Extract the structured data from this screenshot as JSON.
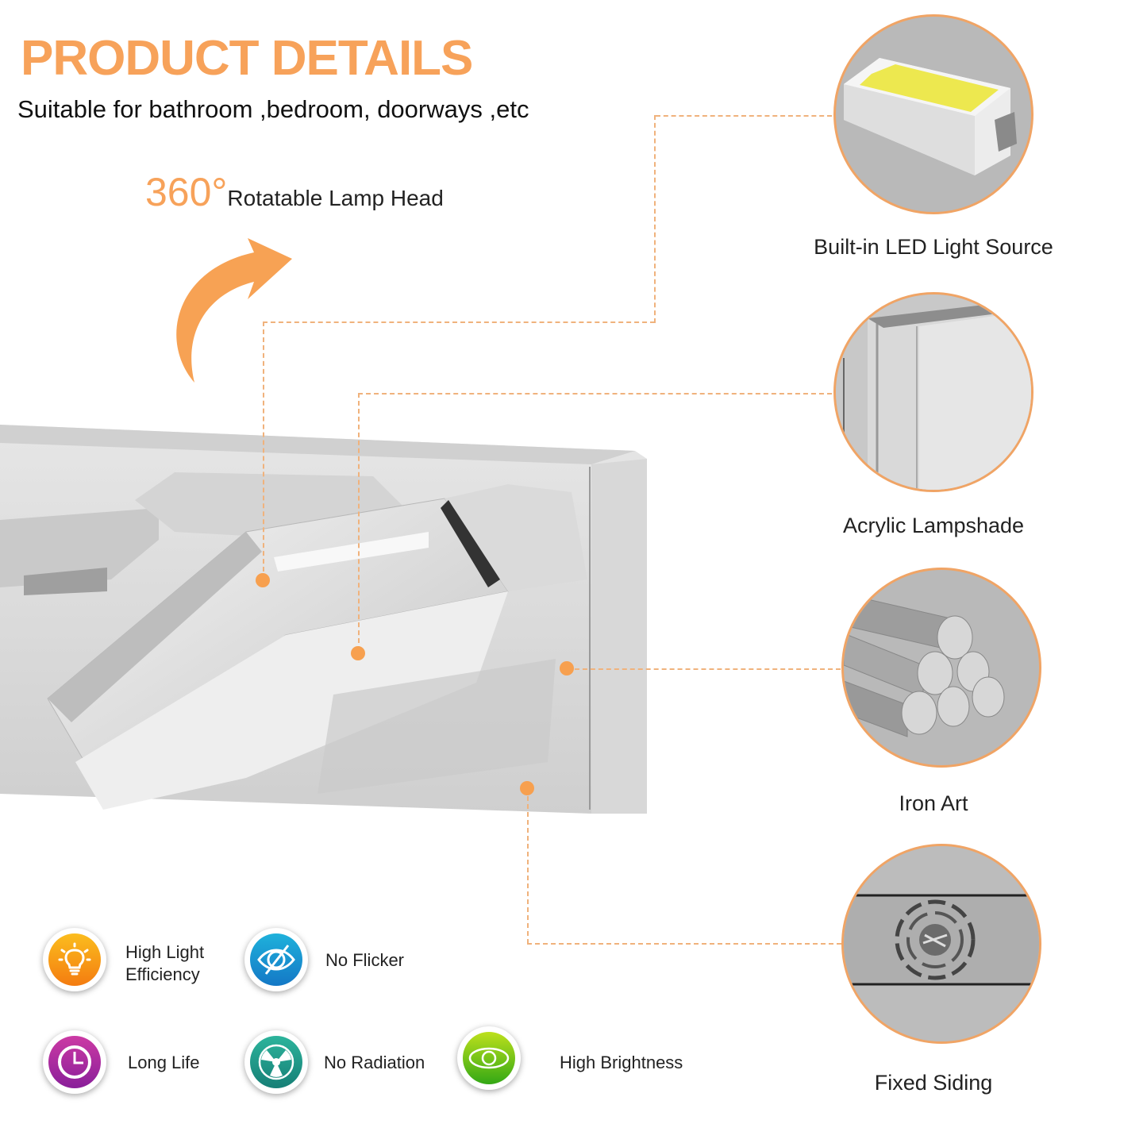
{
  "header": {
    "title": "PRODUCT DETAILS",
    "subtitle": "Suitable for bathroom ,bedroom, doorways ,etc"
  },
  "rotation": {
    "degrees": "360°",
    "label": "Rotatable Lamp Head"
  },
  "features": [
    {
      "label": "Built-in LED Light Source",
      "icon": "led-chip-image"
    },
    {
      "label": "Acrylic Lampshade",
      "icon": "acrylic-lampshade-image"
    },
    {
      "label": "Iron Art",
      "icon": "iron-rods-image"
    },
    {
      "label": "Fixed Siding",
      "icon": "mounting-plate-image"
    }
  ],
  "badges": [
    {
      "label_line1": "High Light",
      "label_line2": "Efficiency",
      "icon": "lightbulb-icon",
      "color": "#f59a1a"
    },
    {
      "label_line1": "No Flicker",
      "icon": "eye-slash-icon",
      "color": "#1a8fd0"
    },
    {
      "label_line1": "Long Life",
      "icon": "clock-icon",
      "color": "#a52aa0"
    },
    {
      "label_line1": "No Radiation",
      "icon": "radiation-icon",
      "color": "#1f9e8c"
    },
    {
      "label_line1": "High Brightness",
      "icon": "eye-icon",
      "color": "#6cc11c"
    }
  ],
  "colors": {
    "accent": "#f7a25a",
    "circle_border": "#f0a465",
    "circle_fill": "#b9b9b9",
    "text": "#222222"
  }
}
